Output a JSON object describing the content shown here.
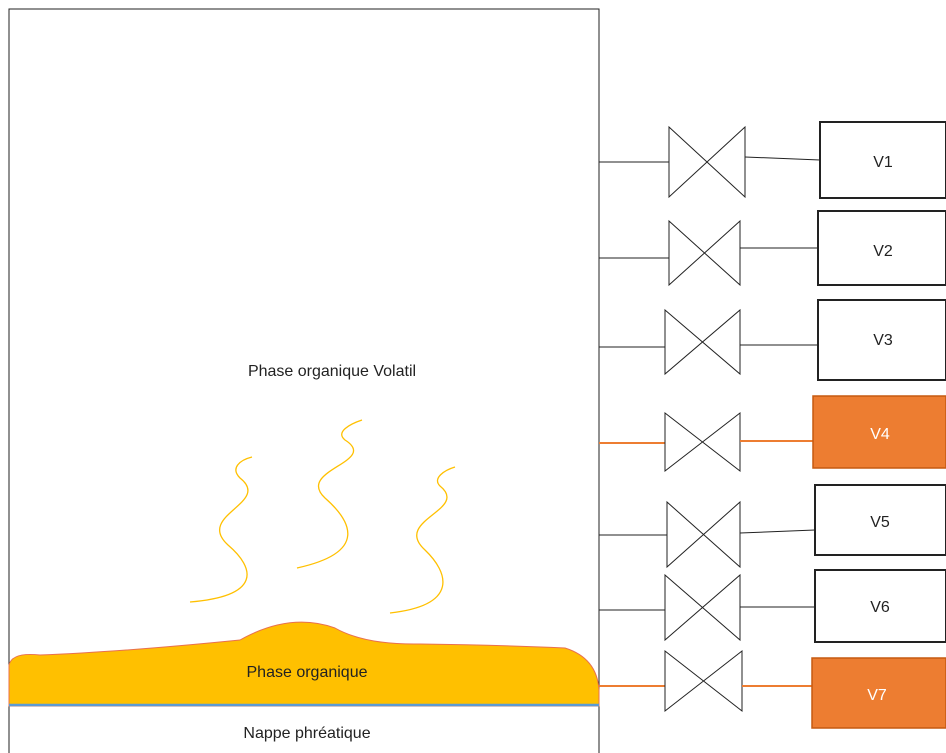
{
  "diagram": {
    "labels": {
      "volatile_phase": "Phase organique Volatil",
      "organic_phase": "Phase organique",
      "water_table": "Nappe phréatique"
    },
    "colors": {
      "tank_border": "#222222",
      "organic_fill": "#ffc000",
      "organic_edge": "#e8704e",
      "vapor_stroke": "#ffc000",
      "water_line": "#5b9bd5",
      "highlight_fill": "#ed7d31",
      "highlight_edge": "#c55a11",
      "highlight_text": "#ffffff",
      "line_normal": "#222222"
    },
    "valves": [
      {
        "label": "V1",
        "highlighted": false
      },
      {
        "label": "V2",
        "highlighted": false
      },
      {
        "label": "V3",
        "highlighted": false
      },
      {
        "label": "V4",
        "highlighted": true
      },
      {
        "label": "V5",
        "highlighted": false
      },
      {
        "label": "V6",
        "highlighted": false
      },
      {
        "label": "V7",
        "highlighted": true
      }
    ]
  }
}
